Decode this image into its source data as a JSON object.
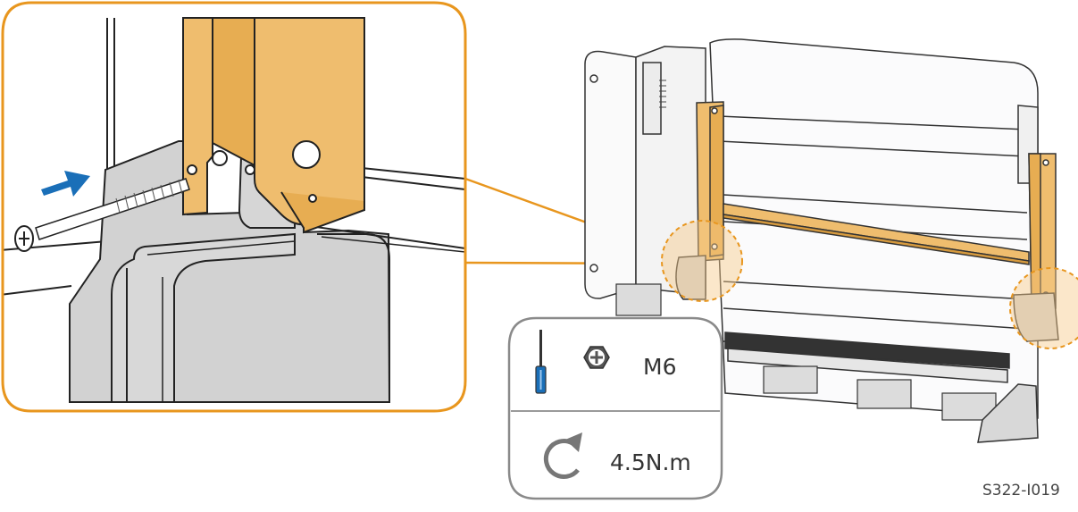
{
  "spec_panel": {
    "tool_icon": "screwdriver-icon",
    "screw_icon": "phillips-screw-head-icon",
    "screw_size": "M6",
    "torque_icon": "rotate-clockwise-icon",
    "torque": "4.5N.m"
  },
  "figure_id": "S322-I019",
  "colors": {
    "highlight_orange": "#e8961e",
    "bracket_fill": "#efbd6e",
    "arrow_blue": "#1a6fb8",
    "panel_gray": "#cfcfcf"
  }
}
